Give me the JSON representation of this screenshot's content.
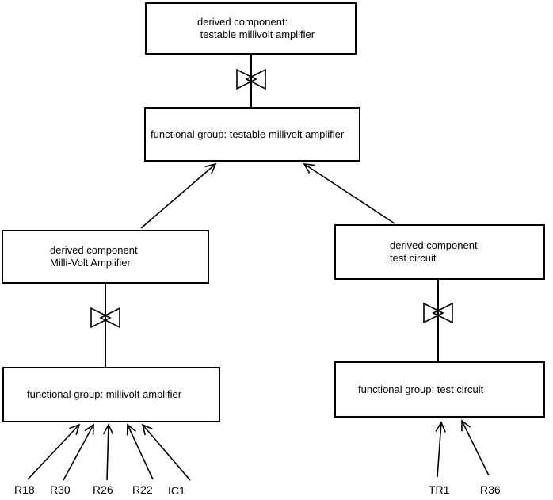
{
  "diagram": {
    "type": "component-hierarchy",
    "colors": {
      "stroke": "#000000",
      "background": "#ffffff"
    },
    "boxes": {
      "top_derived": {
        "line1": "derived component:",
        "line2": " testable millivolt amplifier"
      },
      "top_functional": {
        "label": "functional group: testable millivolt amplifier"
      },
      "left_derived": {
        "line1": "derived component",
        "line2": "Milli-Volt Amplifier"
      },
      "right_derived": {
        "line1": "derived component",
        "line2": "test circuit"
      },
      "left_functional": {
        "label": "functional group: millivolt amplifier"
      },
      "right_functional": {
        "label": "functional group: test circuit"
      }
    },
    "leaves": {
      "left": [
        "R18",
        "R30",
        "R26",
        "R22",
        "IC1"
      ],
      "right": [
        "TR1",
        "R36"
      ]
    }
  }
}
